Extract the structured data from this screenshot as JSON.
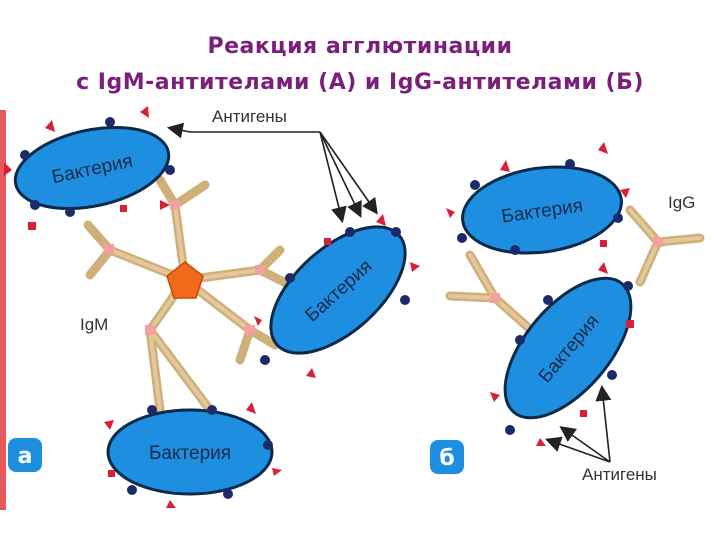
{
  "title": {
    "line1": "Реакция агглютинации",
    "line2": "с IgM-антителами (А) и IgG-антителами (Б)"
  },
  "labels": {
    "antigens_top": "Антигены",
    "antigens_bottom": "Антигены",
    "igm": "IgM",
    "igg": "IgG",
    "bacteria": "Бактерия",
    "panel_a": "а",
    "panel_b": "б"
  },
  "colors": {
    "title": "#7a1f7a",
    "bacteria_fill": "#1e8fe0",
    "bacteria_stroke": "#0b2a4a",
    "antibody": "#e2c89a",
    "igm_core": "#f26a1b",
    "antigen_red": "#d8203a",
    "antigen_navy": "#1c2a6a",
    "panel_badge": "#1e8fe0"
  }
}
